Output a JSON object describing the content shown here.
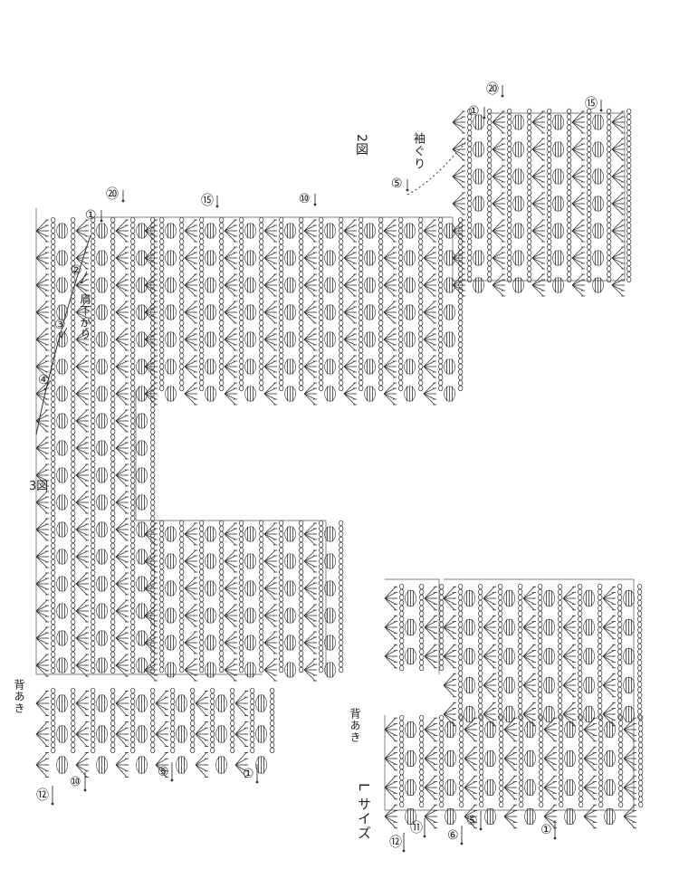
{
  "labels": {
    "fig3": "3図",
    "fig2": "2図",
    "sleeve_edge": "袖ぐり",
    "underarm": "肩下がり",
    "back_opening_top": "背あき",
    "back_opening_bottom": "背あき",
    "size": "L サイズ"
  },
  "row_markers": {
    "top_left": [
      "⑫",
      "⑩",
      "⑤",
      "①"
    ],
    "top_right": [
      "①",
      "⑳",
      "⑮",
      "⑩",
      "⑤"
    ],
    "shoulder": [
      "②",
      "③",
      "④"
    ],
    "sleeve": [
      "①",
      "⑳",
      "⑮"
    ],
    "bottom": [
      "⑫",
      "⑪",
      "⑥",
      "⑤",
      "①"
    ]
  }
}
